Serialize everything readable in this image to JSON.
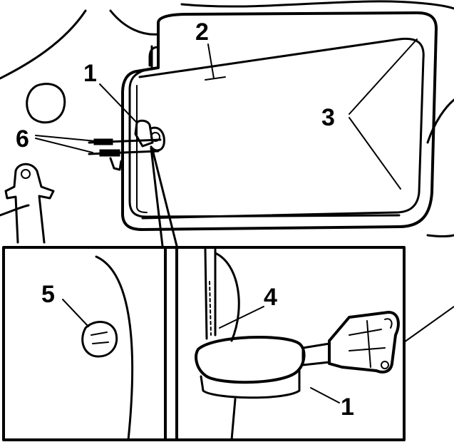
{
  "callouts": {
    "c1_top": "1",
    "c2": "2",
    "c3": "3",
    "c6": "6",
    "c5": "5",
    "c4": "4",
    "c1_bottom": "1"
  },
  "colors": {
    "ink": "#000000",
    "paper": "#ffffff"
  }
}
